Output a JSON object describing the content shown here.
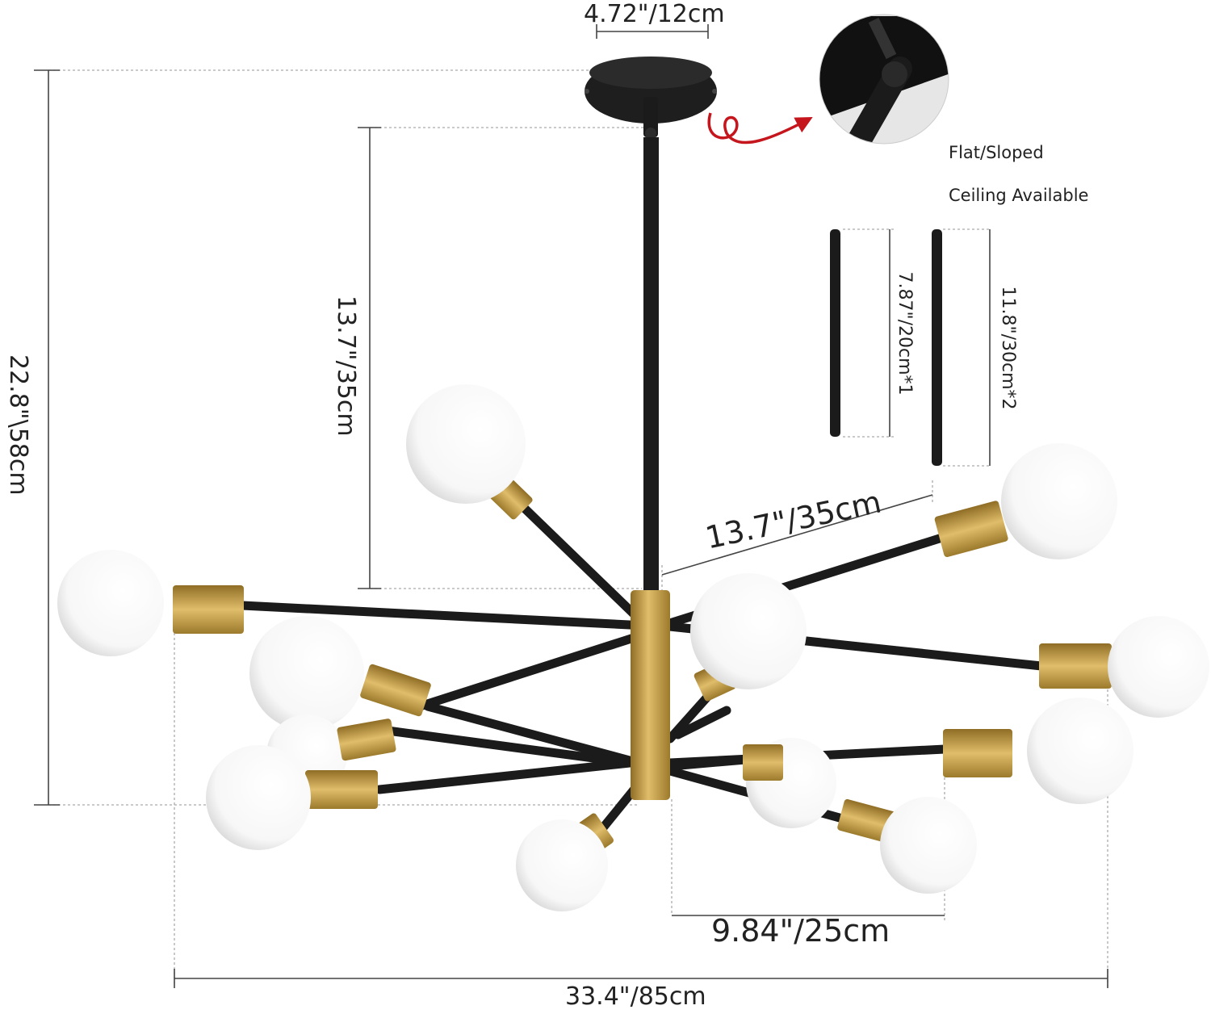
{
  "dimensions": {
    "canopy_width": "4.72\"/12cm",
    "total_height": "22.8\"\\58cm",
    "drop_height": "13.7\"/35cm",
    "arm_length": "13.7\"/35cm",
    "rod_short": "7.87\"/20cm*1",
    "rod_long": "11.8\"/30cm*2",
    "lower_span": "9.84\"/25cm",
    "total_width": "33.4\"/85cm"
  },
  "ceiling_note": {
    "line1": "Flat/Sloped",
    "line2": "Ceiling Available"
  },
  "colors": {
    "metal_black": "#1b1b1b",
    "brass": "#c9a24a",
    "brass_dark": "#9c7a2c",
    "bulb": "#ffffff",
    "arrow": "#c4161c",
    "dim_line": "#555555",
    "leader": "#9a9a9a"
  }
}
